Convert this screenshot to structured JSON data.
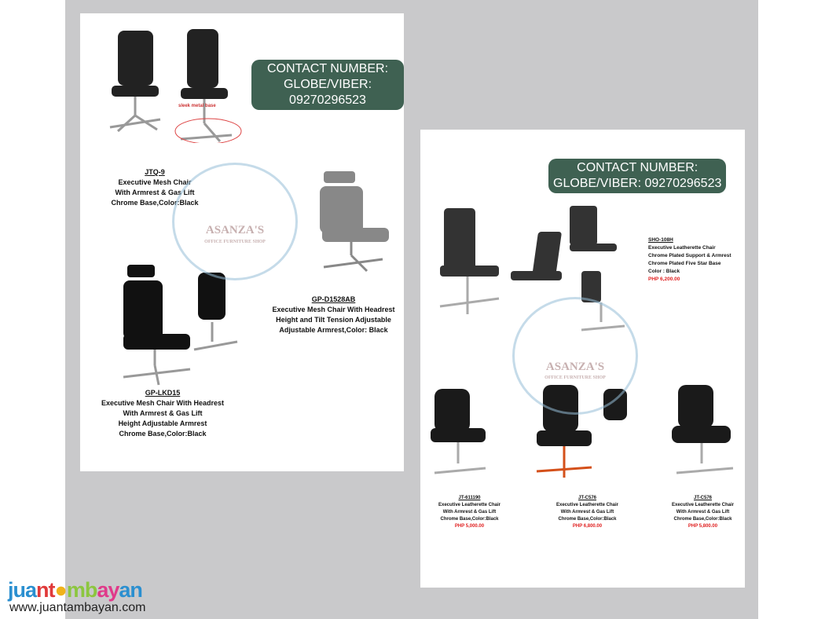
{
  "contact": {
    "line1": "CONTACT NUMBER:",
    "line2": "GLOBE/VIBER: 09270296523"
  },
  "watermark": {
    "name": "ASANZA'S",
    "sub": "OFFICE FURNITURE SHOP"
  },
  "left_products": [
    {
      "code": "JTQ-9",
      "lines": [
        "Executive Mesh Chair",
        "With Armrest & Gas Lift",
        "Chrome Base,Color:Black"
      ]
    },
    {
      "code": "GP-D1528AB",
      "lines": [
        "Executive Mesh Chair With Headrest",
        "Height and Tilt Tension Adjustable",
        "Adjustable Armrest,Color: Black"
      ]
    },
    {
      "code": "GP-LKD15",
      "lines": [
        "Executive Mesh Chair With Headrest",
        "With Armrest & Gas Lift",
        "Height Adjustable Armrest",
        "Chrome Base,Color:Black"
      ]
    }
  ],
  "base_note": "sleek metal base",
  "right_products": [
    {
      "code": "SHO-108H",
      "lines": [
        "Executive Leatherette Chair",
        "Chrome Plated Support & Armrest",
        "Chrome Plated Five Star Base",
        "Color : Black"
      ],
      "price": "PHP 6,200.00"
    },
    {
      "code": "JT-611190",
      "lines": [
        "Executive Leatherette Chair",
        "With Armrest & Gas Lift",
        "Chrome Base,Color:Black"
      ],
      "price": "PHP 5,000.00"
    },
    {
      "code": "JT-C576",
      "lines": [
        "Executive Leatherette Chair",
        "With Armrest & Gas Lift",
        "Chrome Base,Color:Black"
      ],
      "price": "PHP 6,800.00"
    },
    {
      "code": "JT-C576",
      "lines": [
        "Executive Leatherette Chair",
        "With Armrest & Gas Lift",
        "Chrome Base,Color:Black"
      ],
      "price": "PHP 5,800.00"
    }
  ],
  "brand": {
    "logo": "juantambayan",
    "url": "www.juantambayan.com"
  },
  "colors": {
    "contact_bg": "#3f6152",
    "price": "#e02020",
    "background": "#c9c9cb"
  }
}
